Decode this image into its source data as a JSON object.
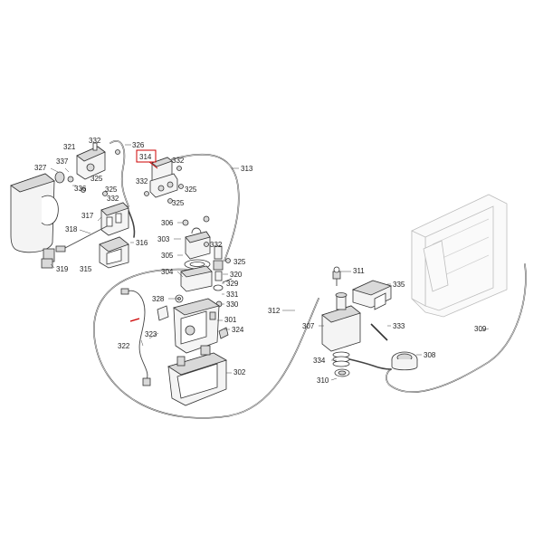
{
  "highlight_color": "#cc0000",
  "callouts": {
    "c301": "301",
    "c302": "302",
    "c303": "303",
    "c304": "304",
    "c305": "305",
    "c306": "306",
    "c307": "307",
    "c308": "308",
    "c309": "309",
    "c310": "310",
    "c311": "311",
    "c312": "312",
    "c313": "313",
    "c314": "314",
    "c315": "315",
    "c316": "316",
    "c317": "317",
    "c318": "318",
    "c319": "319",
    "c320": "320",
    "c321": "321",
    "c322": "322",
    "c323": "323",
    "c324": "324",
    "c325": "325",
    "c326": "326",
    "c327": "327",
    "c328": "328",
    "c329": "329",
    "c330": "330",
    "c331": "331",
    "c332": "332",
    "c333": "333",
    "c334": "334",
    "c335": "335",
    "c336": "336",
    "c337": "337"
  }
}
